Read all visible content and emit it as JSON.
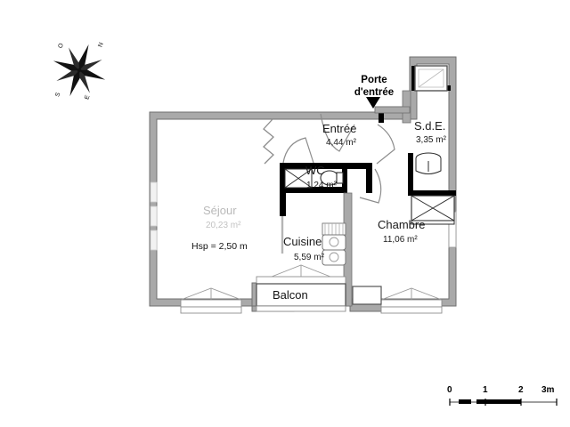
{
  "document": {
    "type": "architectural-floor-plan",
    "language": "fr"
  },
  "annotations": {
    "entrance_door": {
      "line1": "Porte",
      "line2": "d'entrée",
      "marker": "down-triangle"
    }
  },
  "rooms": [
    {
      "id": "sejour",
      "name": "Séjour",
      "area": "20,23 m²",
      "style": "dim"
    },
    {
      "id": "entree",
      "name": "Entrée",
      "area": "4,44 m²",
      "style": "normal"
    },
    {
      "id": "sde",
      "name": "S.d.E.",
      "area": "3,35 m²",
      "style": "normal"
    },
    {
      "id": "wc",
      "name": "WC",
      "area": "1,24 m²",
      "style": "normal"
    },
    {
      "id": "cuisine",
      "name": "Cuisine",
      "area": "5,59 m²",
      "style": "normal"
    },
    {
      "id": "chambre",
      "name": "Chambre",
      "area": "11,06 m²",
      "style": "normal"
    },
    {
      "id": "balcon",
      "name": "Balcon",
      "area": "",
      "style": "normal"
    }
  ],
  "ceiling_height": {
    "label": "Hsp = 2,50 m"
  },
  "compass": {
    "name": "compass-rose",
    "directions": [
      "O",
      "N",
      "E",
      "S"
    ],
    "letters": {
      "north": "N",
      "east": "E",
      "south": "S",
      "west": "O"
    }
  },
  "scale_bar": {
    "ticks": [
      "0",
      "1",
      "2",
      "3m"
    ],
    "unit": "m",
    "total_meters": 3
  },
  "colors": {
    "wall_fill": "#a9a9a9",
    "wall_stroke": "#6f6f6f",
    "partition_fill": "#000000",
    "floor_fill": "#ffffff",
    "text": "#1a1a1a",
    "text_dim": "#bdbdbd",
    "door_arc": "#8c8c8c",
    "window_fill": "#f2f2f2"
  }
}
